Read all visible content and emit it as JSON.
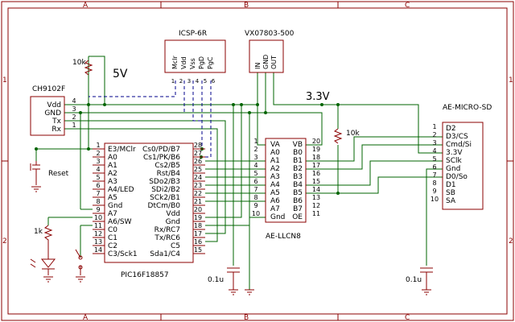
{
  "frame": {
    "cols": [
      "A",
      "B",
      "C"
    ],
    "rows": [
      "1",
      "2"
    ]
  },
  "supply": {
    "v5": "5V",
    "v33": "3.3V"
  },
  "ch9102f": {
    "name": "CH9102F",
    "pins": [
      {
        "num": "4",
        "label": "Vdd"
      },
      {
        "num": "3",
        "label": "GND"
      },
      {
        "num": "2",
        "label": "Tx"
      },
      {
        "num": "1",
        "label": "Rx"
      }
    ]
  },
  "icsp": {
    "name": "ICSP-6R",
    "pins": [
      "Mclr",
      "Vdd",
      "Vss",
      "PgD",
      "PgC"
    ],
    "nums": [
      "1",
      "2",
      "3",
      "4",
      "5",
      "6"
    ]
  },
  "regulator": {
    "name": "VX07803-500",
    "pins": [
      "IN",
      "GND",
      "OUT"
    ]
  },
  "resistors": {
    "r_pullup": "10k",
    "r_led": "1k",
    "r_right": "10k"
  },
  "caps": {
    "c1": "0.1u",
    "c2": "0.1u"
  },
  "reset": {
    "label": "Reset"
  },
  "pic": {
    "name": "PIC16F18857",
    "left": [
      {
        "num": "1",
        "label": "E3/MClr"
      },
      {
        "num": "2",
        "label": "A0"
      },
      {
        "num": "3",
        "label": "A1"
      },
      {
        "num": "4",
        "label": "A2"
      },
      {
        "num": "5",
        "label": "A3"
      },
      {
        "num": "6",
        "label": "A4/LED"
      },
      {
        "num": "7",
        "label": "A5"
      },
      {
        "num": "8",
        "label": "Gnd"
      },
      {
        "num": "9",
        "label": "A7"
      },
      {
        "num": "10",
        "label": "A6/SW"
      },
      {
        "num": "11",
        "label": "C0"
      },
      {
        "num": "12",
        "label": "C1"
      },
      {
        "num": "13",
        "label": "C2"
      },
      {
        "num": "14",
        "label": "C3/Sck1"
      }
    ],
    "right": [
      {
        "num": "28",
        "label": "Cs0/PD/B7"
      },
      {
        "num": "27",
        "label": "Cs1/PK/B6"
      },
      {
        "num": "26",
        "label": "Cs2/B5"
      },
      {
        "num": "25",
        "label": "Rst/B4"
      },
      {
        "num": "24",
        "label": "SDo2/B3"
      },
      {
        "num": "23",
        "label": "SDi2/B2"
      },
      {
        "num": "22",
        "label": "SCk2/B1"
      },
      {
        "num": "21",
        "label": "DtCm/B0"
      },
      {
        "num": "20",
        "label": "Vdd"
      },
      {
        "num": "19",
        "label": "Gnd"
      },
      {
        "num": "18",
        "label": "Rx/RC7"
      },
      {
        "num": "17",
        "label": "Tx/RC6"
      },
      {
        "num": "16",
        "label": "C5"
      },
      {
        "num": "15",
        "label": "Sda1/C4"
      }
    ]
  },
  "llcn": {
    "name": "AE-LLCN8",
    "left": [
      {
        "num": "1",
        "label": "VA"
      },
      {
        "num": "2",
        "label": "A0"
      },
      {
        "num": "3",
        "label": "A1"
      },
      {
        "num": "4",
        "label": "A2"
      },
      {
        "num": "5",
        "label": "A3"
      },
      {
        "num": "6",
        "label": "A4"
      },
      {
        "num": "7",
        "label": "A5"
      },
      {
        "num": "8",
        "label": "A6"
      },
      {
        "num": "9",
        "label": "A7"
      },
      {
        "num": "10",
        "label": "Gnd"
      }
    ],
    "right": [
      {
        "num": "20",
        "label": "VB"
      },
      {
        "num": "19",
        "label": "B0"
      },
      {
        "num": "18",
        "label": "B1"
      },
      {
        "num": "17",
        "label": "B2"
      },
      {
        "num": "16",
        "label": "B3"
      },
      {
        "num": "15",
        "label": "B4"
      },
      {
        "num": "14",
        "label": "B5"
      },
      {
        "num": "13",
        "label": "B6"
      },
      {
        "num": "12",
        "label": "B7"
      },
      {
        "num": "11",
        "label": "OE"
      }
    ]
  },
  "sd": {
    "name": "AE-MICRO-SD",
    "pins": [
      {
        "num": "1",
        "label": "D2"
      },
      {
        "num": "2",
        "label": "D3/CS"
      },
      {
        "num": "3",
        "label": "Cmd/Si"
      },
      {
        "num": "4",
        "label": "3.3V"
      },
      {
        "num": "5",
        "label": "SClk"
      },
      {
        "num": "6",
        "label": "Gnd"
      },
      {
        "num": "7",
        "label": "D0/So"
      },
      {
        "num": "8",
        "label": "D1"
      },
      {
        "num": "9",
        "label": "SB"
      },
      {
        "num": "10",
        "label": "SA"
      }
    ]
  }
}
